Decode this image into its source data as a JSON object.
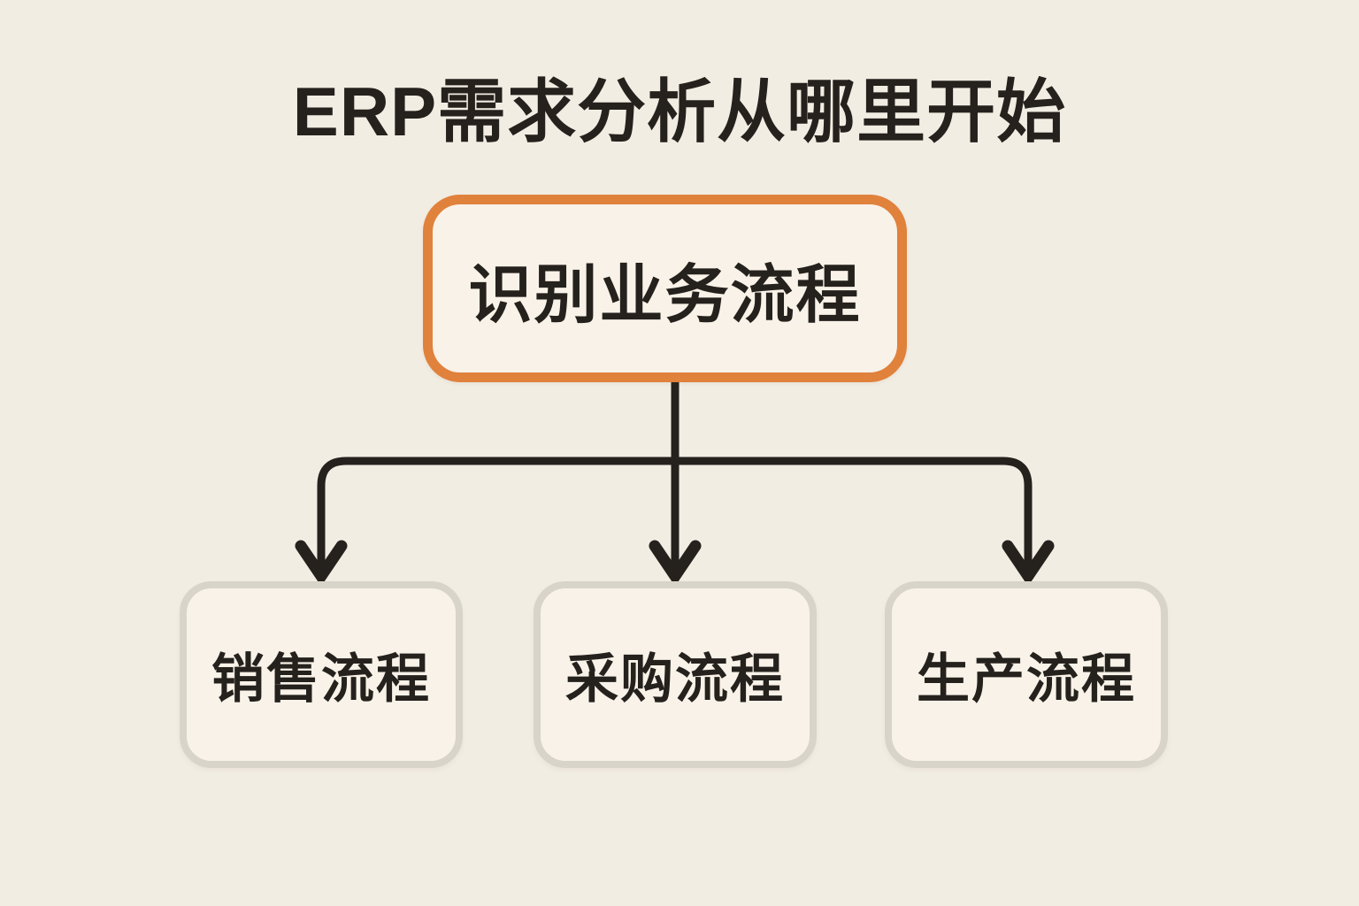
{
  "title": "ERP需求分析从哪里开始",
  "diagram": {
    "root": {
      "label": "识别业务流程"
    },
    "children": [
      {
        "label": "销售流程"
      },
      {
        "label": "采购流程"
      },
      {
        "label": "生产流程"
      }
    ]
  },
  "colors": {
    "bg": "#f2ede3",
    "node_fill": "#f8f2e8",
    "accent": "#e0813c",
    "child_border": "#d9d4c9",
    "ink": "#25211d"
  }
}
